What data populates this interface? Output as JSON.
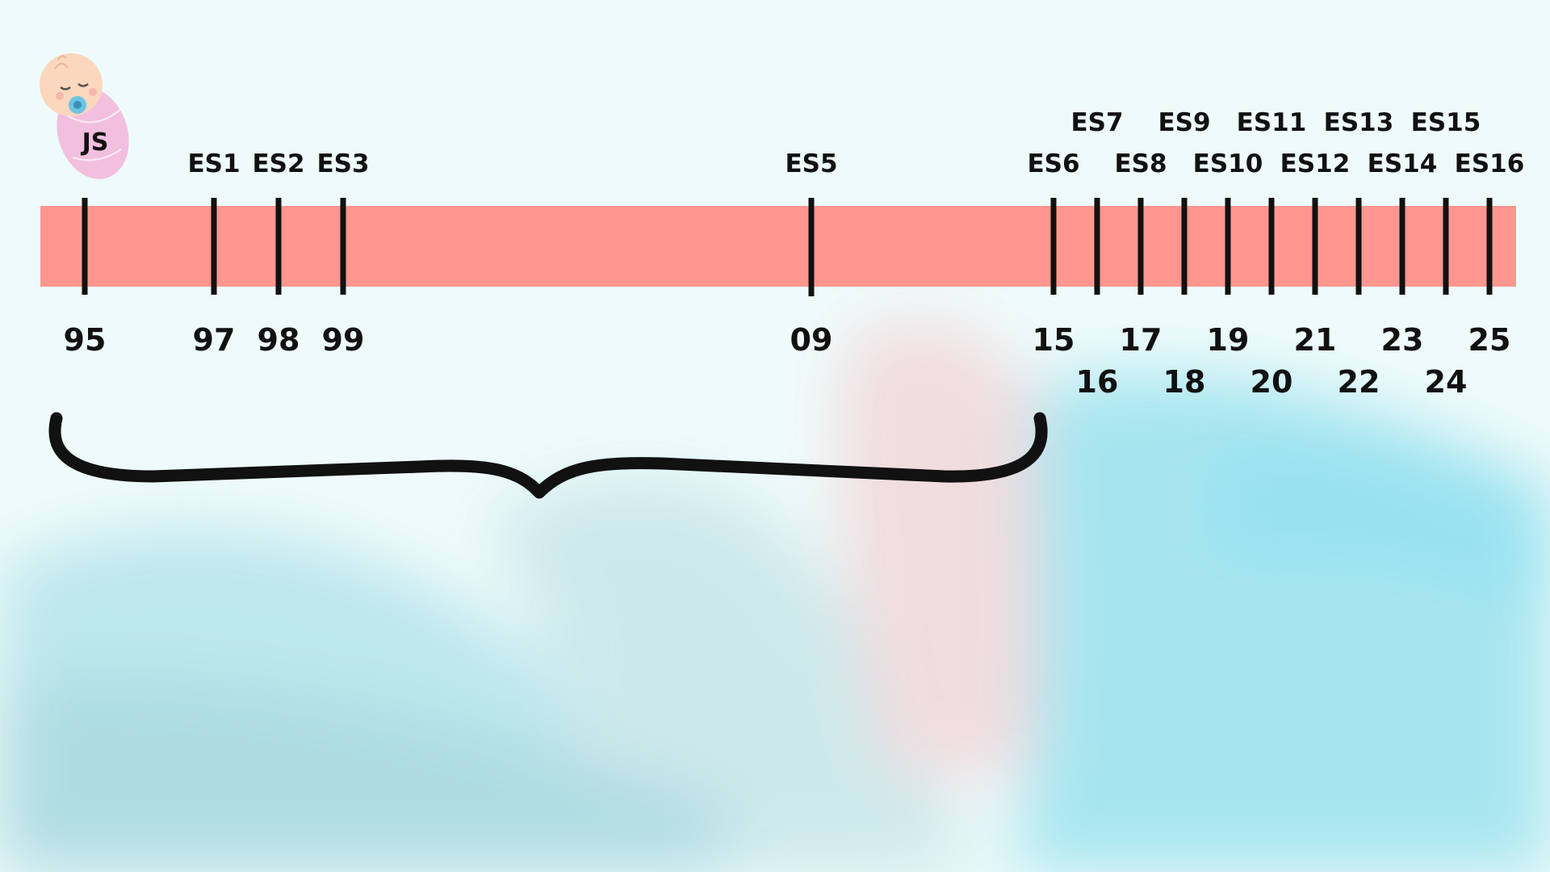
{
  "colors": {
    "bar": "#ff968f",
    "tick": "#111111",
    "baby_wrap": "#f3bfdf",
    "baby_face": "#fbd7bd",
    "pacifier": "#6cc4e3"
  },
  "icons": {
    "baby": "swaddled-baby-icon",
    "brace": "curly-brace-icon"
  },
  "baby_label": "JS",
  "timeline": {
    "ticks": [
      {
        "year": "95",
        "year_row": 1,
        "spec": "",
        "spec_row": 0
      },
      {
        "year": "97",
        "year_row": 1,
        "spec": "ES1",
        "spec_row": 1
      },
      {
        "year": "98",
        "year_row": 1,
        "spec": "ES2",
        "spec_row": 1
      },
      {
        "year": "99",
        "year_row": 1,
        "spec": "ES3",
        "spec_row": 1
      },
      {
        "year": "09",
        "year_row": 1,
        "spec": "ES5",
        "spec_row": 1
      },
      {
        "year": "15",
        "year_row": 1,
        "spec": "ES6",
        "spec_row": 1
      },
      {
        "year": "16",
        "year_row": 2,
        "spec": "ES7",
        "spec_row": 2
      },
      {
        "year": "17",
        "year_row": 1,
        "spec": "ES8",
        "spec_row": 1
      },
      {
        "year": "18",
        "year_row": 2,
        "spec": "ES9",
        "spec_row": 2
      },
      {
        "year": "19",
        "year_row": 1,
        "spec": "ES10",
        "spec_row": 1
      },
      {
        "year": "20",
        "year_row": 2,
        "spec": "ES11",
        "spec_row": 2
      },
      {
        "year": "21",
        "year_row": 1,
        "spec": "ES12",
        "spec_row": 1
      },
      {
        "year": "22",
        "year_row": 2,
        "spec": "ES13",
        "spec_row": 2
      },
      {
        "year": "23",
        "year_row": 1,
        "spec": "ES14",
        "spec_row": 1
      },
      {
        "year": "24",
        "year_row": 2,
        "spec": "ES15",
        "spec_row": 2
      },
      {
        "year": "25",
        "year_row": 1,
        "spec": "ES16",
        "spec_row": 1
      }
    ]
  }
}
